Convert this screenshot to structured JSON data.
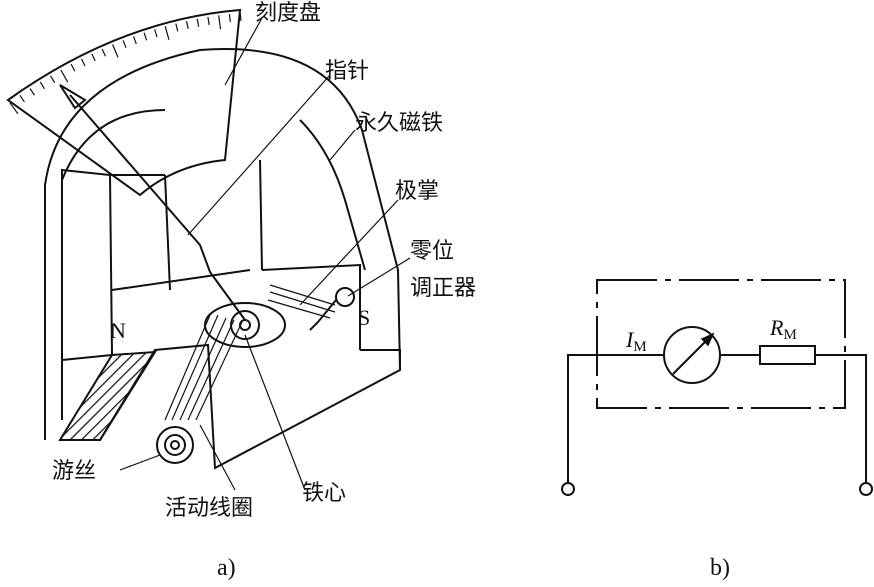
{
  "figure_a": {
    "labels": {
      "dial": "刻度盘",
      "pointer": "指针",
      "magnet": "永久磁铁",
      "pole_shoe": "极掌",
      "zero_adjuster_1": "零位",
      "zero_adjuster_2": "调正器",
      "hairspring": "游丝",
      "moving_coil": "活动线圈",
      "iron_core": "铁心",
      "north": "N",
      "south": "S"
    },
    "caption": "a)"
  },
  "figure_b": {
    "current_label": "I",
    "current_sub": "M",
    "resistor_label": "R",
    "resistor_sub": "M",
    "caption": "b)"
  }
}
